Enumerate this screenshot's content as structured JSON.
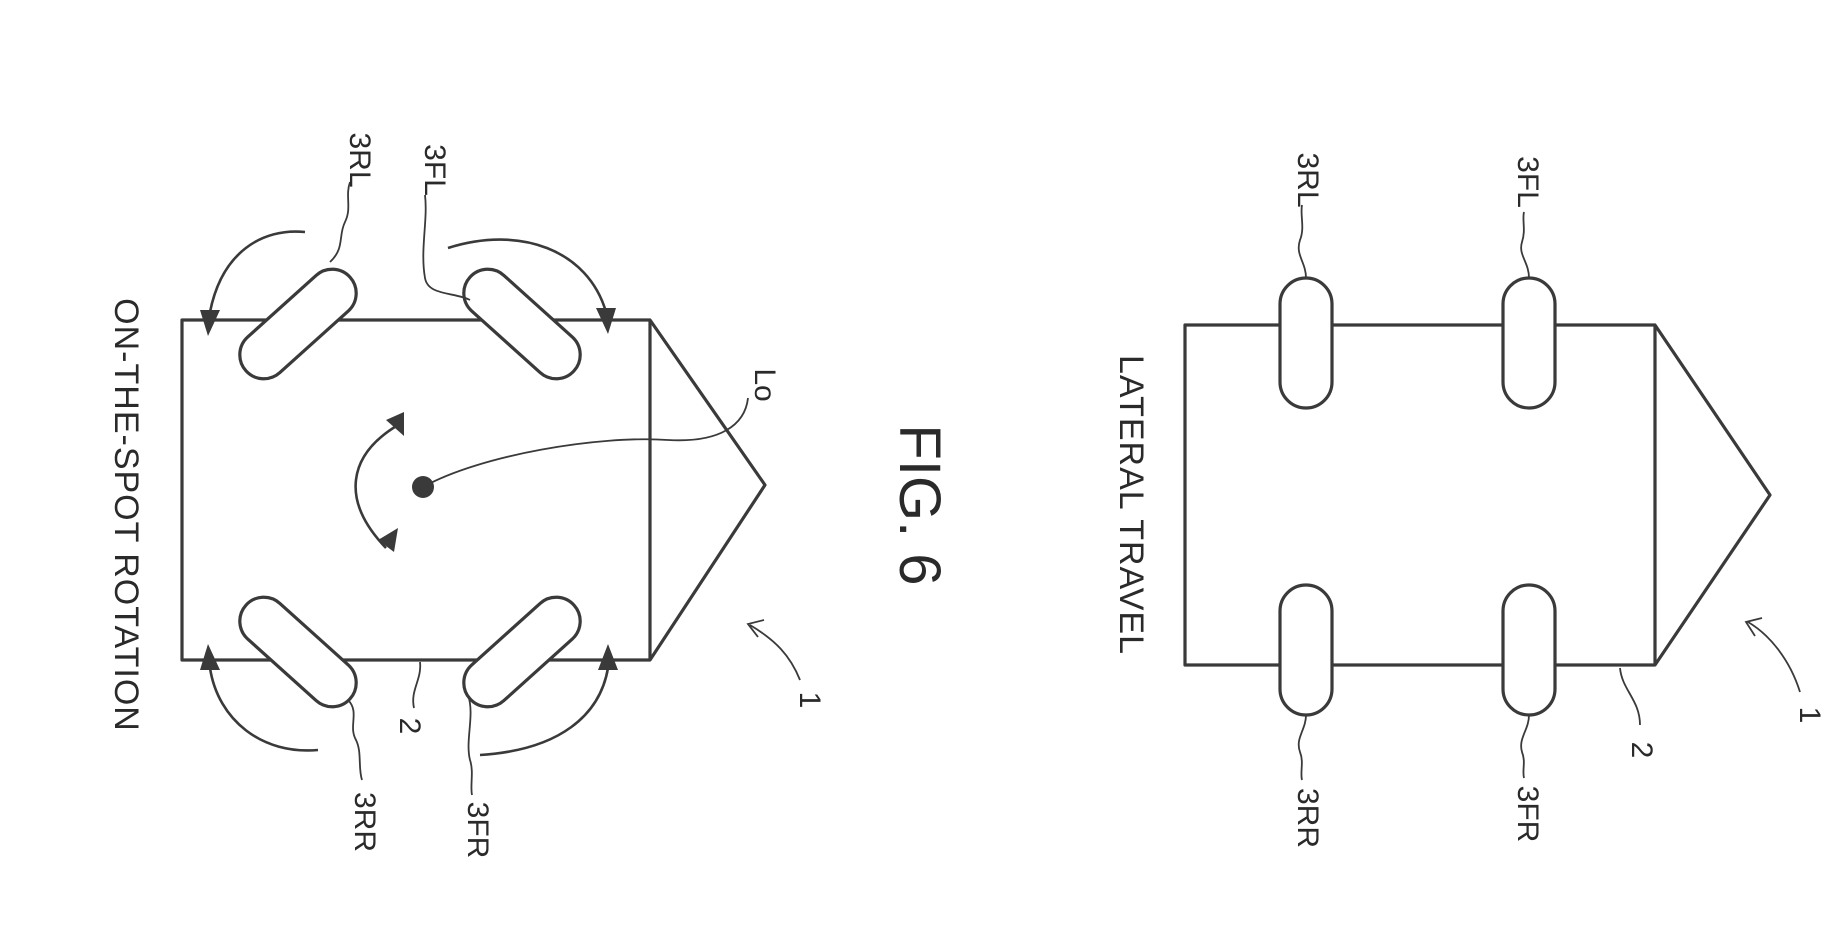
{
  "figure": {
    "title": "FIG. 6"
  },
  "left_panel": {
    "caption": "ON-THE-SPOT ROTATION",
    "refs": {
      "vehicle": "1",
      "body": "2",
      "wheel_fl": "3FL",
      "wheel_rl": "3RL",
      "wheel_fr": "3FR",
      "wheel_rr": "3RR",
      "center": "Lo"
    }
  },
  "right_panel": {
    "caption": "LATERAL TRAVEL",
    "refs": {
      "vehicle": "1",
      "body": "2",
      "wheel_fl": "3FL",
      "wheel_rl": "3RL",
      "wheel_fr": "3FR",
      "wheel_rr": "3RR"
    }
  }
}
